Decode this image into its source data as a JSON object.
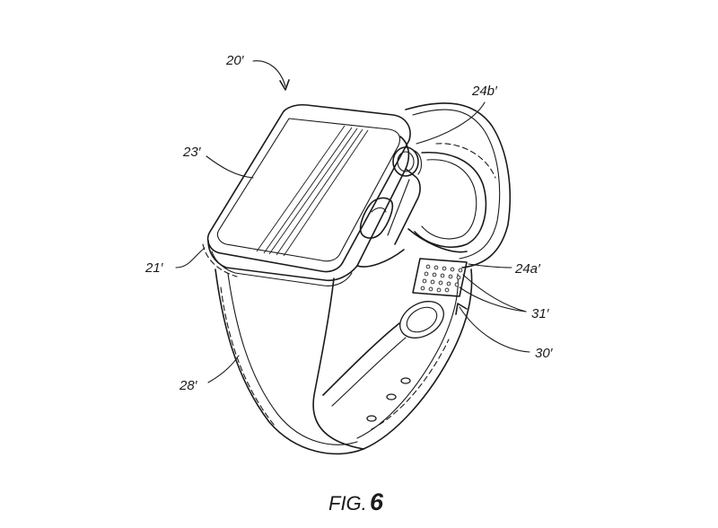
{
  "figure": {
    "caption_prefix": "FIG.",
    "caption_number": "6"
  },
  "labels": {
    "device": "20′",
    "display": "23′",
    "crown": "24b′",
    "housing": "21′",
    "sensor": "24a′",
    "band": "28′",
    "pattern": "31′",
    "region": "30′"
  }
}
